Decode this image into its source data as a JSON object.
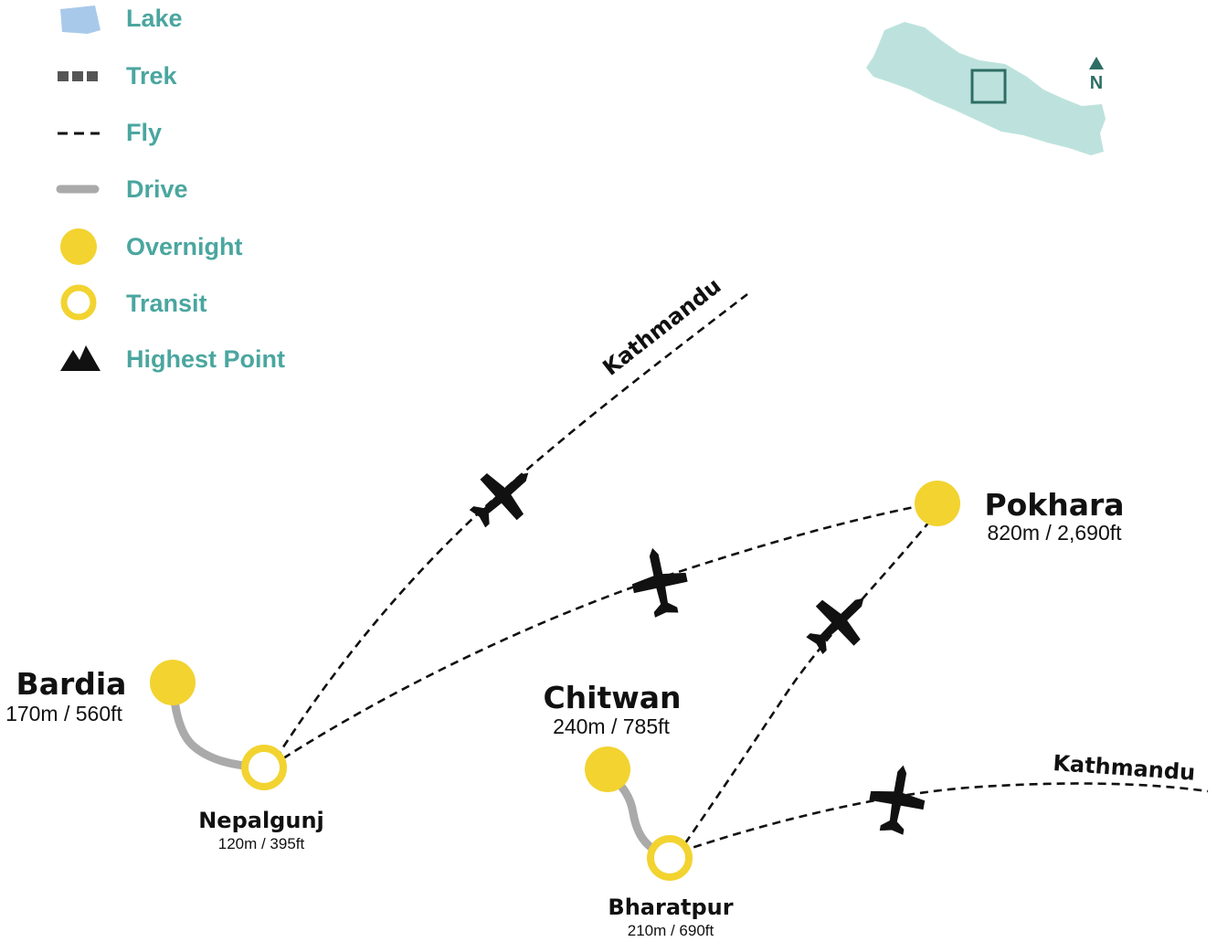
{
  "colors": {
    "lake": "#a9c9ea",
    "overnight": "#f2d330",
    "transit": "#f2d330",
    "drive": "#aaaaaa",
    "legend_text": "#4aa69f",
    "inset_country": "#bde2dd",
    "inset_frame": "#2e6e64",
    "route_line": "#111111"
  },
  "legend": {
    "lake": "Lake",
    "trek": "Trek",
    "fly": "Fly",
    "drive": "Drive",
    "overnight": "Overnight",
    "transit": "Transit",
    "highest_point": "Highest Point"
  },
  "inset": {
    "north_label": "N"
  },
  "places": {
    "bardia": {
      "name": "Bardia",
      "alt": "170m / 560ft",
      "type": "overnight"
    },
    "nepalgunj": {
      "name": "Nepalgunj",
      "alt": "120m / 395ft",
      "type": "transit"
    },
    "chitwan": {
      "name": "Chitwan",
      "alt": "240m / 785ft",
      "type": "overnight"
    },
    "bharatpur": {
      "name": "Bharatpur",
      "alt": "210m / 690ft",
      "type": "transit"
    },
    "pokhara": {
      "name": "Pokhara",
      "alt": "820m / 2,690ft",
      "type": "overnight"
    }
  },
  "routes": {
    "kathmandu_north": "Kathmandu",
    "kathmandu_east": "Kathmandu"
  },
  "icons": {
    "lake": "lake-icon",
    "trek": "trek-line-icon",
    "fly": "fly-line-icon",
    "drive": "drive-line-icon",
    "overnight": "overnight-dot-icon",
    "transit": "transit-ring-icon",
    "highest_point": "mountain-icon",
    "plane": "plane-icon",
    "north_arrow": "north-arrow-icon"
  }
}
